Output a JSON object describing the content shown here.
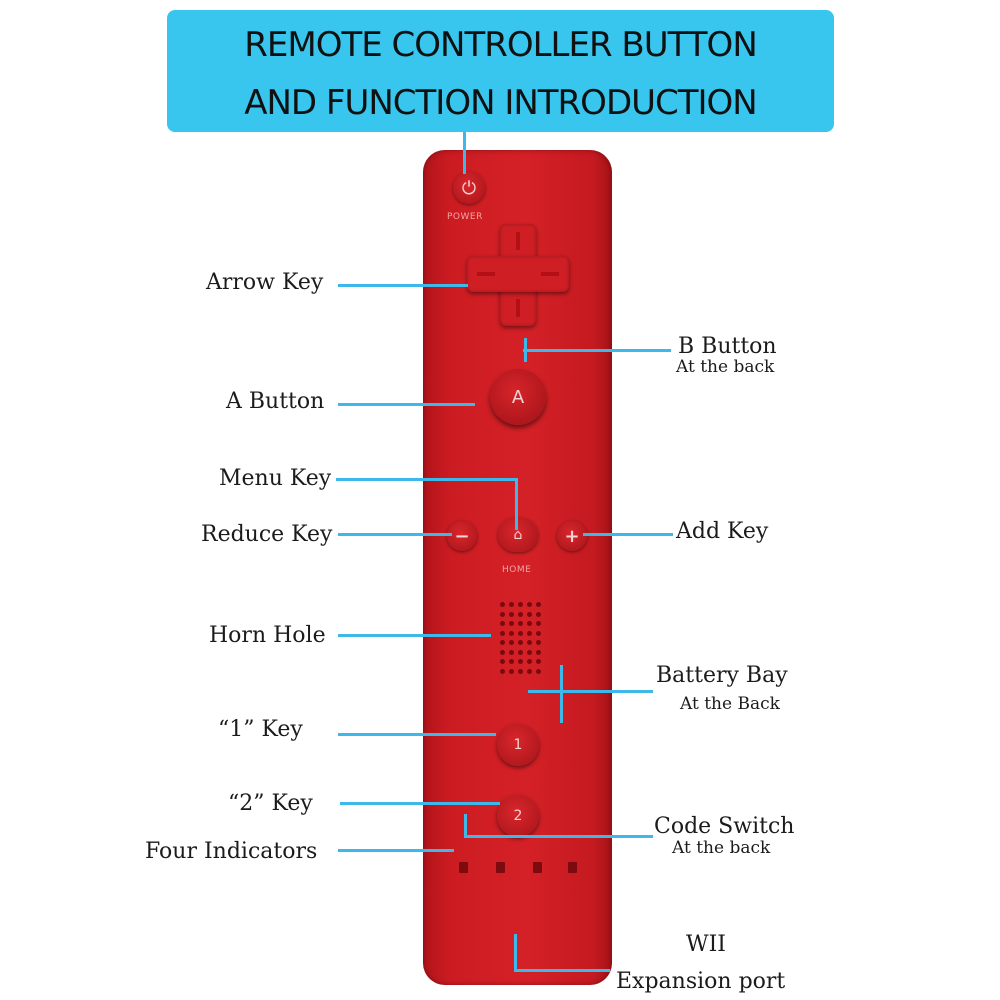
{
  "title": {
    "line1": "REMOTE CONTROLLER  BUTTON",
    "line2": "AND FUNCTION INTRODUCTION"
  },
  "remote": {
    "power_text": "POWER",
    "home_text": "HOME",
    "a_text": "A",
    "minus_text": "−",
    "plus_text": "+",
    "home_glyph": "⌂",
    "one_text": "1",
    "two_text": "2",
    "power_glyph": "⏻",
    "body_color": "#d42127",
    "guide_color": "#3db8ea",
    "banner_color": "#38c6ee"
  },
  "labels": {
    "arrow_key": "Arrow Key",
    "b_button": "B Button",
    "b_button_sub": "At the back",
    "a_button": "A Button",
    "menu_key": "Menu Key",
    "reduce_key": "Reduce Key",
    "add_key": "Add Key",
    "horn_hole": "Horn Hole",
    "battery_bay": "Battery Bay",
    "battery_bay_sub": "At the Back",
    "one_key": "“1”  Key",
    "two_key": "“2” Key",
    "code_switch": "Code Switch",
    "code_switch_sub": "At the back",
    "four_indicators": "Four Indicators",
    "wii": "WII",
    "expansion_port": "Expansion port"
  }
}
